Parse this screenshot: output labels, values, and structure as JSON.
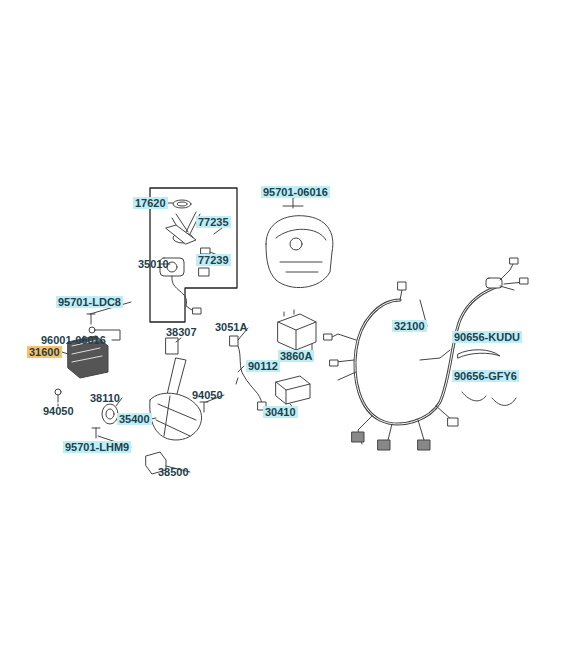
{
  "diagram": {
    "labels": [
      "17620",
      "95701-06016",
      "77235",
      "77239",
      "35010",
      "95701-LDC8",
      "38307",
      "3051A",
      "32100",
      "90656-KUDU",
      "96001-06016",
      "3860A",
      "90112",
      "31600",
      "94050",
      "90656-GFY6",
      "38110",
      "94050",
      "30410",
      "35400",
      "95701-LHM9",
      "38500"
    ]
  }
}
